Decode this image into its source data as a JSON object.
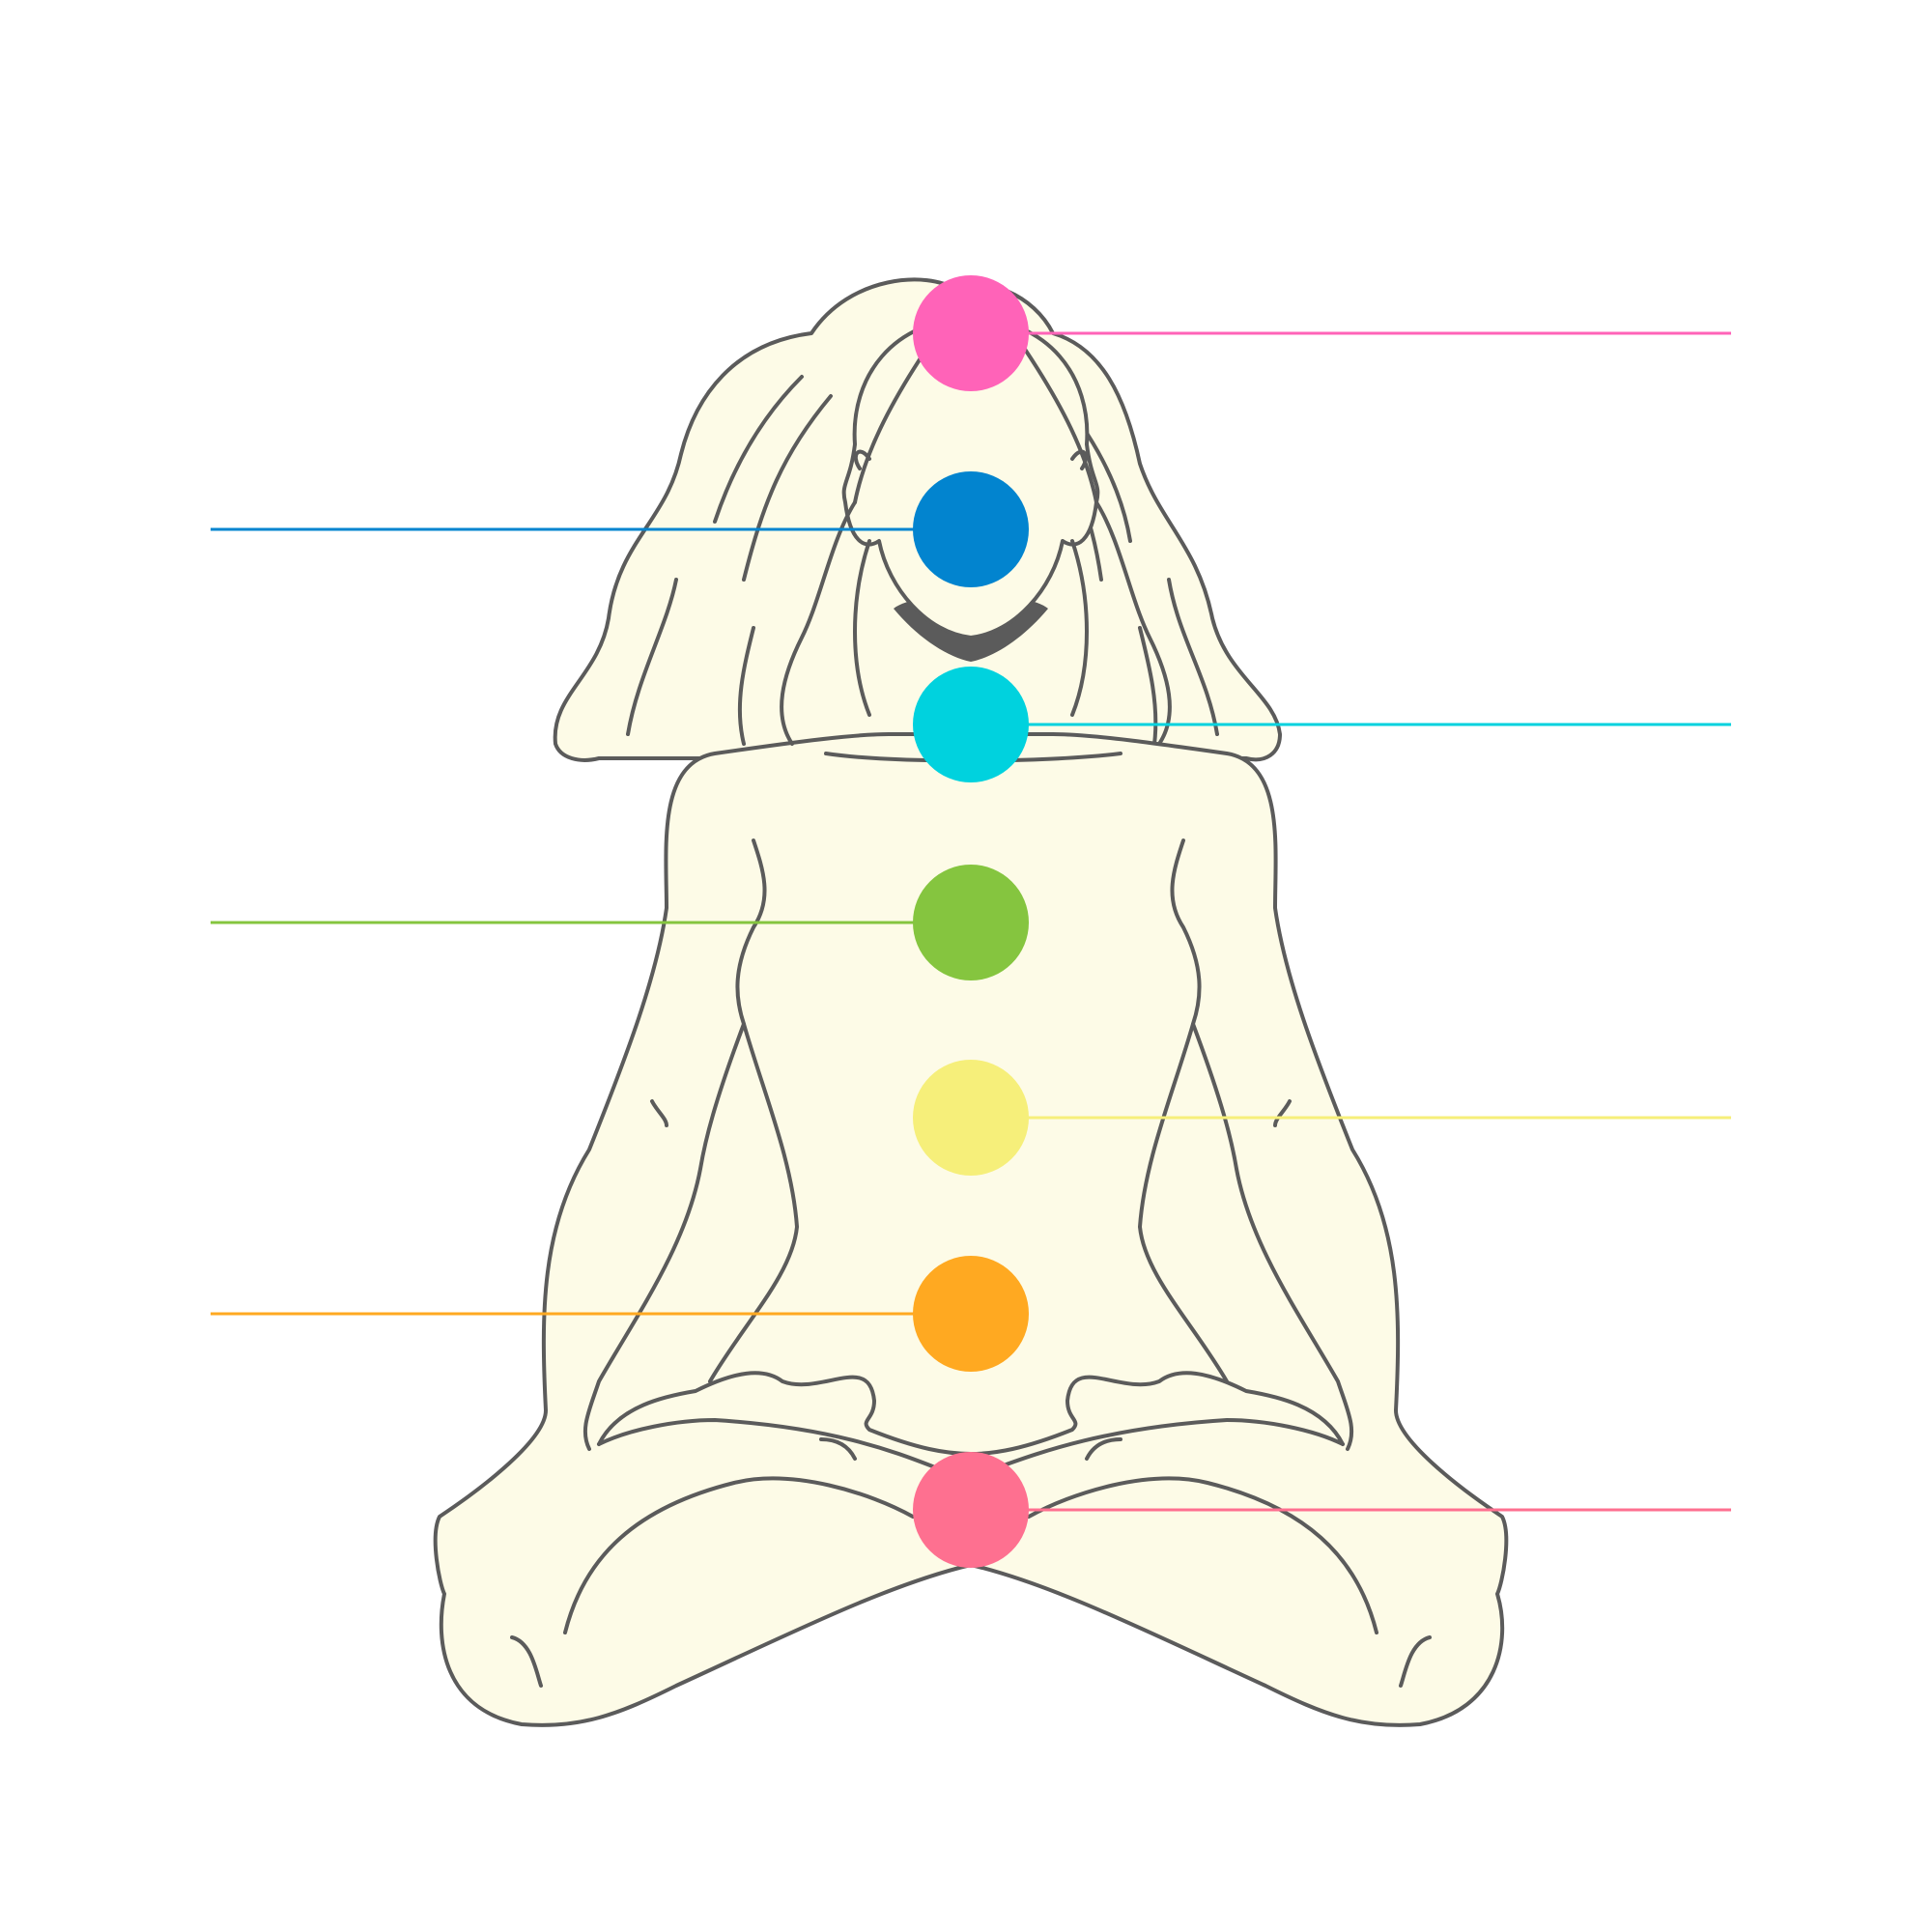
{
  "diagram": {
    "chakras": [
      {
        "id": "crown",
        "color": "#ff63b8",
        "line_side": "right"
      },
      {
        "id": "third-eye",
        "color": "#0284cf",
        "line_side": "left"
      },
      {
        "id": "throat",
        "color": "#00d2de",
        "line_side": "right"
      },
      {
        "id": "heart",
        "color": "#85c53f",
        "line_side": "left"
      },
      {
        "id": "solar-plexus",
        "color": "#f6ef7a",
        "line_side": "right"
      },
      {
        "id": "sacral",
        "color": "#ffa921",
        "line_side": "left"
      },
      {
        "id": "root",
        "color": "#fe7090",
        "line_side": "right"
      }
    ],
    "figure": {
      "skin_color": "#fdfbe7",
      "outline_color": "#5b5b5b",
      "neck_shadow_color": "#5b5b5b"
    }
  }
}
